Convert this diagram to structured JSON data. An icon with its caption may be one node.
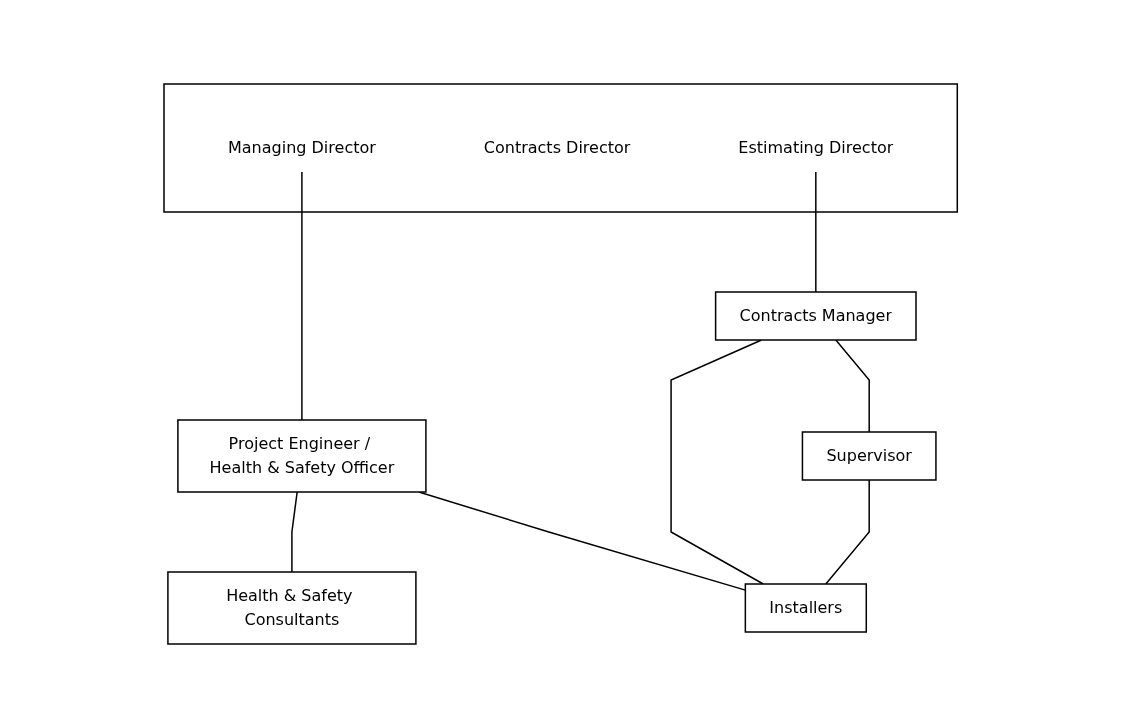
{
  "diagram": {
    "nodes": [
      {
        "text": [],
        "shape": "band"
      },
      {
        "text": [
          "Managing Director"
        ],
        "in": 0
      },
      {
        "text": [
          "Contracts Director"
        ],
        "in": 0
      },
      {
        "text": [
          "Estimating Director"
        ],
        "in": 0
      },
      {
        "text": [
          "Project Engineer / Health & Safety Officer"
        ]
      },
      {
        "text": [
          "Health & Safety Consultants"
        ]
      },
      {
        "text": [
          "Contracts Manager"
        ]
      },
      {
        "text": [
          "Supervisor"
        ]
      },
      {
        "text": [
          "Installers"
        ]
      }
    ],
    "edges": [
      {
        "from": 1,
        "to": 4,
        "arrow": "none"
      },
      {
        "from": 3,
        "to": 6,
        "arrow": "none"
      },
      {
        "from": 4,
        "to": 5,
        "arrow": "none"
      },
      {
        "from": 4,
        "to": 8,
        "arrow": "none"
      },
      {
        "from": 6,
        "to": 8,
        "arrow": "none"
      },
      {
        "from": 6,
        "to": 7,
        "arrow": "none"
      },
      {
        "from": 7,
        "to": 8,
        "arrow": "none"
      }
    ]
  }
}
